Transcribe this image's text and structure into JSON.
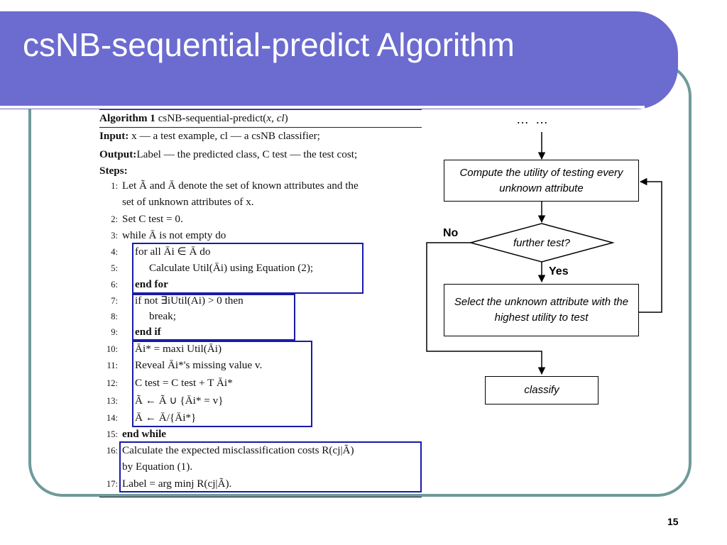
{
  "slide": {
    "title": "csNB-sequential-predict Algorithm",
    "page_number": "15"
  },
  "algorithm": {
    "heading_bold": "Algorithm 1",
    "heading_name": " csNB-sequential-predict(",
    "heading_args": "x, cl",
    "heading_close": ")",
    "input_label": "Input:",
    "input_text": "x — a test example, cl — a csNB classifier;",
    "output_label": "Output:",
    "output_text": "Label — the predicted class, C test — the test cost;",
    "steps_label": "Steps:",
    "lines": [
      {
        "n": "1:",
        "text": "Let Ã and Ā denote the set of known attributes and the"
      },
      {
        "n": "",
        "text": "set of unknown attributes of x."
      },
      {
        "n": "2:",
        "text": "Set C test = 0."
      },
      {
        "n": "3:",
        "text": "while Ā is not empty do"
      },
      {
        "n": "4:",
        "text": "for all Āi ∈ Ā do"
      },
      {
        "n": "5:",
        "text": "Calculate Util(Āi) using Equation (2);"
      },
      {
        "n": "6:",
        "text": "end for"
      },
      {
        "n": "7:",
        "text": "if not ∃iUtil(Ai) > 0 then"
      },
      {
        "n": "8:",
        "text": "break;"
      },
      {
        "n": "9:",
        "text": "end if"
      },
      {
        "n": "10:",
        "text": "Āi* = maxi Util(Āi)"
      },
      {
        "n": "11:",
        "text": "Reveal Āi*'s missing value v."
      },
      {
        "n": "12:",
        "text": "C test = C test + T Āi*"
      },
      {
        "n": "13:",
        "text": "Ã ← Ã ∪ {Āi* = v}"
      },
      {
        "n": "14:",
        "text": "Ā ← Ā/{Āi*}"
      },
      {
        "n": "15:",
        "text": "end while"
      },
      {
        "n": "16:",
        "text": "Calculate the expected misclassification costs R(cj|Ã)"
      },
      {
        "n": "",
        "text": "by Equation (1)."
      },
      {
        "n": "17:",
        "text": "Label = arg minj R(cj|Ã)."
      }
    ]
  },
  "flowchart": {
    "ellipsis": "… …",
    "compute_box": "Compute the utility of testing every unknown attribute",
    "decision": "further test?",
    "no_label": "No",
    "yes_label": "Yes",
    "select_box": "Select the unknown attribute with the highest utility to test",
    "classify_box": "classify"
  }
}
